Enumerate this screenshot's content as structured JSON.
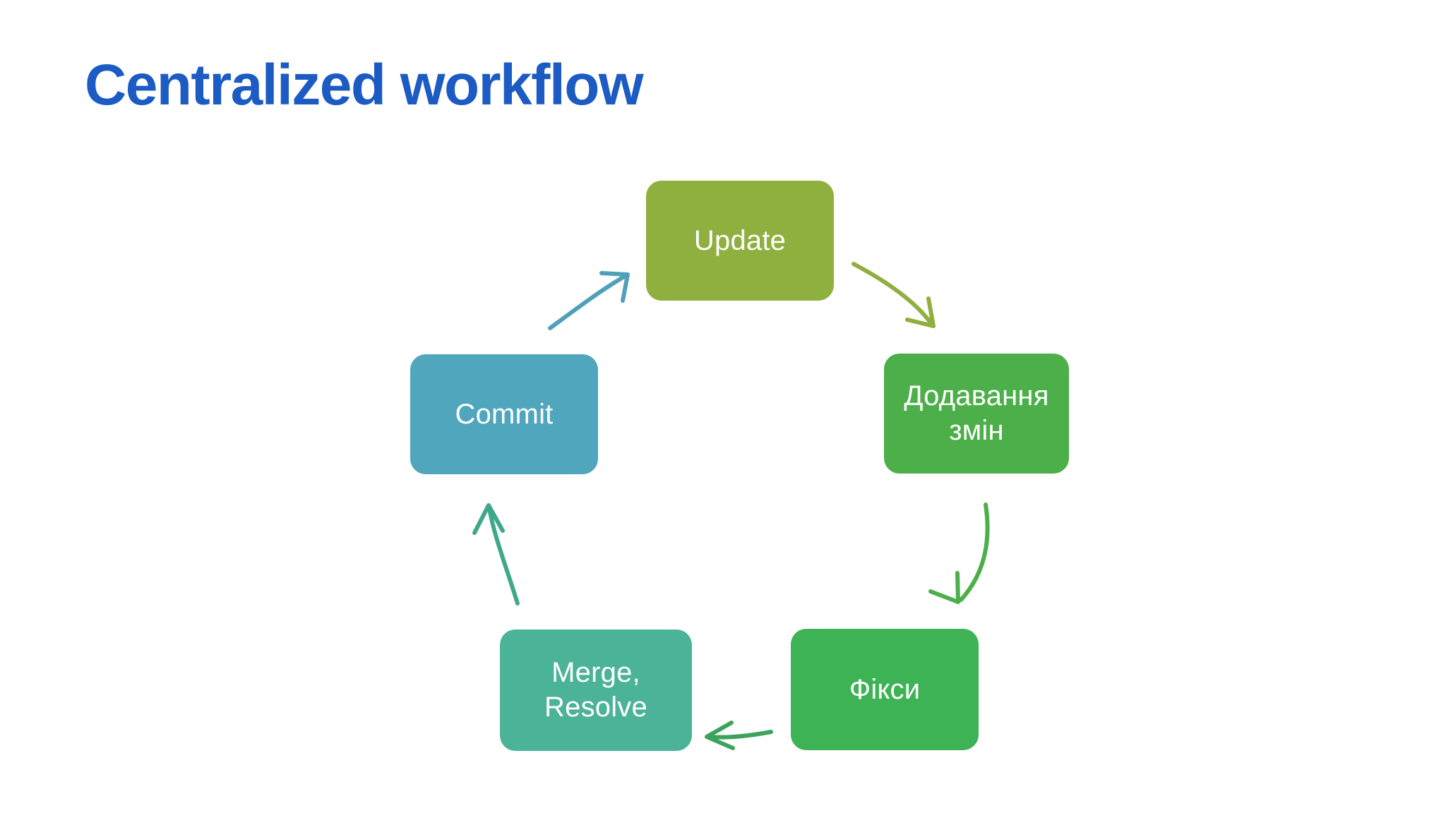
{
  "slide": {
    "title": "Centralized workflow",
    "background_color": "#ffffff",
    "title_color": "#1c5bc4"
  },
  "diagram": {
    "type": "cycle",
    "direction": "clockwise",
    "nodes": [
      {
        "id": "update",
        "label": "Update",
        "color": "#8fb03e",
        "position": "top"
      },
      {
        "id": "add-changes",
        "label": "Додавання змін",
        "line1": "Додавання",
        "line2": "змін",
        "color": "#4caf4a",
        "position": "right"
      },
      {
        "id": "fixes",
        "label": "Фікси",
        "color": "#3db356",
        "position": "bottom-right"
      },
      {
        "id": "merge-resolve",
        "label": "Merge, Resolve",
        "line1": "Merge,",
        "line2": "Resolve",
        "color": "#4bb397",
        "position": "bottom-left"
      },
      {
        "id": "commit",
        "label": "Commit",
        "color": "#50a6bd",
        "position": "left"
      }
    ],
    "arrows": [
      {
        "id": "update-to-add-changes",
        "from": "update",
        "to": "add-changes",
        "color": "#8fb03e"
      },
      {
        "id": "add-changes-to-fixes",
        "from": "add-changes",
        "to": "fixes",
        "color": "#4caf4a"
      },
      {
        "id": "fixes-to-merge-resolve",
        "from": "fixes",
        "to": "merge-resolve",
        "color": "#3da35c"
      },
      {
        "id": "merge-resolve-to-commit",
        "from": "merge-resolve",
        "to": "commit",
        "color": "#3fa88c"
      },
      {
        "id": "commit-to-update",
        "from": "commit",
        "to": "update",
        "color": "#50a0ba"
      }
    ]
  }
}
